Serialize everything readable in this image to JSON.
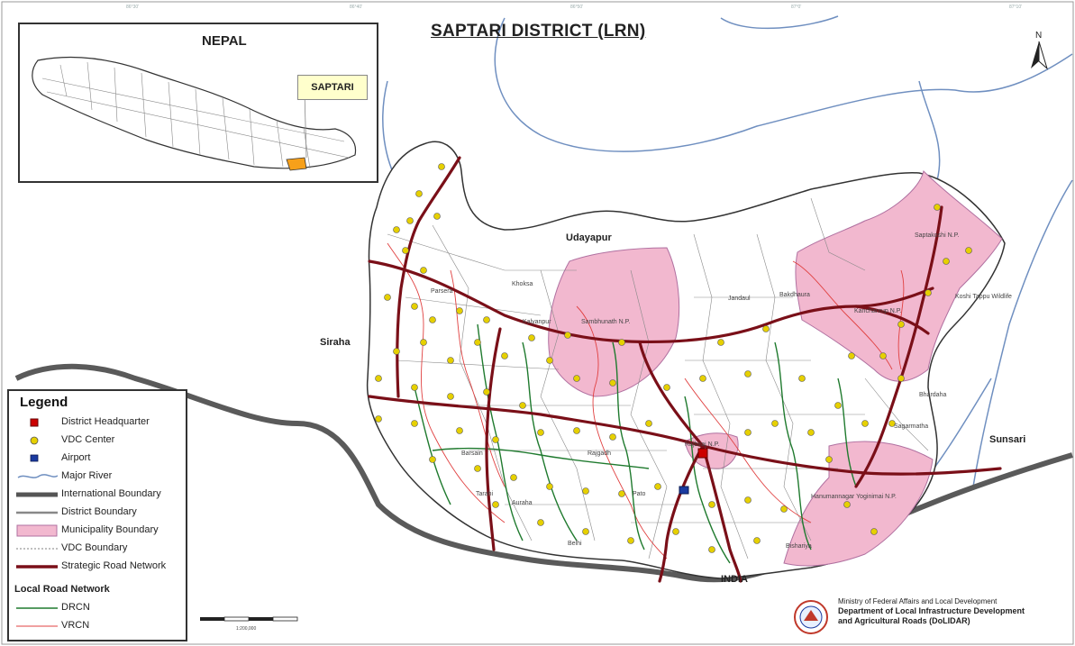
{
  "map": {
    "title": "SAPTARI DISTRICT (LRN)",
    "north_label": "N"
  },
  "inset": {
    "title": "NEPAL",
    "callout": "SAPTARI"
  },
  "labels": {
    "udayapur": "Udayapur",
    "siraha": "Siraha",
    "sunsari": "Sunsari",
    "india": "INDIA",
    "saptakoshi": "Saptakoshi N.P.",
    "kanchanrup": "Kanchanrup N.P.",
    "shambhunath": "Sambhunath N.P.",
    "hanumannagar": "Hanumannagar Yoginimai N.P.",
    "parsera": "Parsera",
    "khoksa": "Khoksa",
    "kalyanpur": "Kalyanpur",
    "jandaul": "Jandaul",
    "baklshaura": "Bakdhaura",
    "sagarmatha": "Sagarmatha",
    "bhardaha": "Bhardaha",
    "tarahi": "Tarahi",
    "auraha": "Auraha",
    "pato": "Pato",
    "rajbiraj": "Rajbiraj N.P.",
    "tappu": "Koshi Tappu Wildlife",
    "barsain": "Barsain",
    "rajgadh": "Rajgadh",
    "belhi": "Belhi",
    "bishariya": "Bishariya"
  },
  "legend": {
    "title": "Legend",
    "items": [
      {
        "label": "District Headquarter",
        "symbol": "hq",
        "color": "#cc0000"
      },
      {
        "label": "VDC Center",
        "symbol": "vdc",
        "color": "#e6d000"
      },
      {
        "label": "Airport",
        "symbol": "airport",
        "color": "#1a3aa0"
      },
      {
        "label": "Major River",
        "symbol": "river",
        "color": "#6f8fc0"
      },
      {
        "label": "International Boundary",
        "symbol": "intl",
        "color": "#555555"
      },
      {
        "label": "District Boundary",
        "symbol": "district",
        "color": "#888888"
      },
      {
        "label": "Municipality Boundary",
        "symbol": "muni",
        "color": "#f2b8cf"
      },
      {
        "label": "VDC Boundary",
        "symbol": "vdcb",
        "color": "#999999"
      },
      {
        "label": "Strategic Road Network",
        "symbol": "srn",
        "color": "#7a0f18"
      }
    ],
    "subheading": "Local Road Network",
    "sub_items": [
      {
        "label": "DRCN",
        "symbol": "drcn",
        "color": "#1f7a2e"
      },
      {
        "label": "VRCN",
        "symbol": "vrcn",
        "color": "#e04040"
      }
    ]
  },
  "scale": {
    "label": "1:200,000"
  },
  "credit": {
    "line1": "Ministry of Federal Affairs and Local Development",
    "line2": "Department of Local Infrastructure Development",
    "line3": "and Agricultural Roads (DoLIDAR)"
  },
  "colors": {
    "municipality_fill": "#f2b8cf",
    "strategic_road": "#7a0f18",
    "drcn": "#1f7a2e",
    "vrcn": "#e04040",
    "river": "#6f8fc0",
    "vdc": "#e6d000",
    "boundary": "#555555",
    "highlight_district": "#f7a01a"
  }
}
